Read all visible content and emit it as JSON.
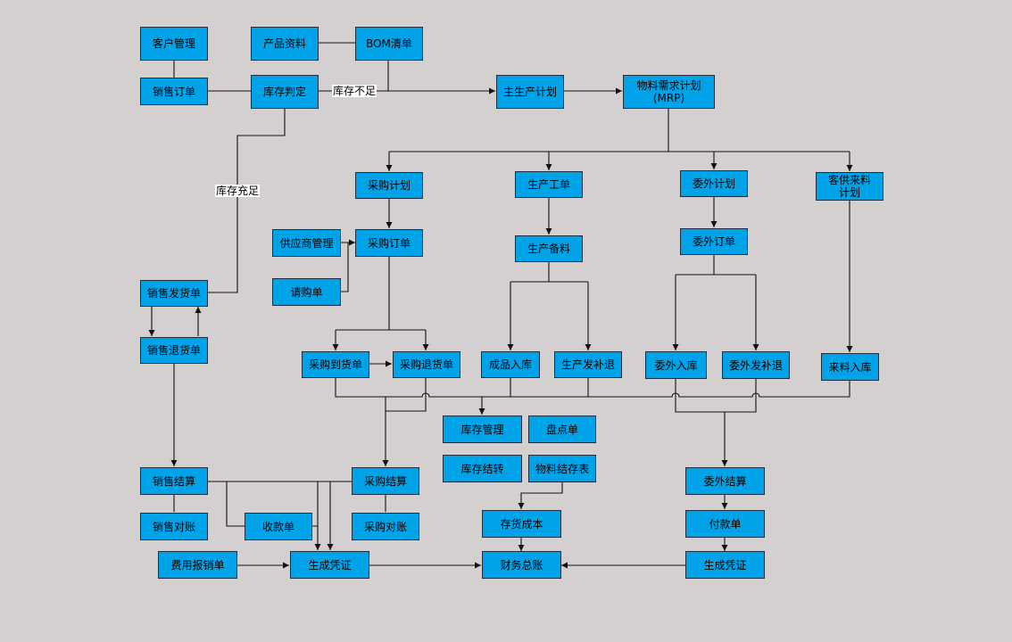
{
  "nodes": {
    "customer_mgmt": "客户管理",
    "product_info": "产品资料",
    "bom": "BOM清单",
    "sales_order": "销售订单",
    "stock_judge": "库存判定",
    "mps": "主生产计划",
    "mrp": "物料需求计划\n(MRP)",
    "purchase_plan": "采购计划",
    "production_order": "生产工单",
    "outsource_plan": "委外计划",
    "customer_supply_plan": "客供来料\n计划",
    "supplier_mgmt": "供应商管理",
    "purchase_order": "采购订单",
    "requisition": "请购单",
    "production_prep": "生产备料",
    "outsource_order": "委外订单",
    "sales_delivery": "销售发货单",
    "sales_return": "销售退货单",
    "purchase_receipt": "采购到货单",
    "purchase_return": "采购退货单",
    "finished_in": "成品入库",
    "production_issue": "生产发补退",
    "outsource_in": "委外入库",
    "outsource_issue": "委外发补退",
    "material_in": "来料入库",
    "inventory_mgmt": "库存管理",
    "stocktake": "盘点单",
    "inventory_carry": "库存结转",
    "material_balance": "物料结存表",
    "sales_settle": "销售结算",
    "purchase_settle": "采购结算",
    "outsource_settle": "委外结算",
    "sales_reconcile": "销售对账",
    "receipt": "收款单",
    "purchase_reconcile": "采购对账",
    "inventory_cost": "存货成本",
    "payment": "付款单",
    "expense_claim": "费用报销单",
    "voucher_left": "生成凭证",
    "general_ledger": "财务总账",
    "voucher_right": "生成凭证"
  },
  "edge_labels": {
    "stock_insufficient": "库存不足",
    "stock_sufficient": "库存充足"
  },
  "colors": {
    "node_fill": "#00a2e8",
    "node_border": "#1f2d3d",
    "background": "#d4d0d0",
    "line": "#111111"
  }
}
